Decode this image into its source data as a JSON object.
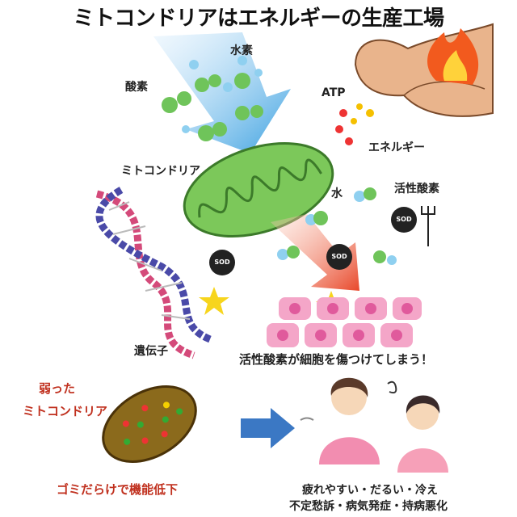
{
  "title": "ミトコンドリアはエネルギーの生産工場",
  "labels": {
    "hydrogen": "水素",
    "oxygen": "酸素",
    "atp": "ATP",
    "energy": "エネルギー",
    "mitochondria": "ミトコンドリア",
    "water": "水",
    "active_oxygen": "活性酸素",
    "sod": "SOD",
    "gene": "遺伝子",
    "cell_damage": "活性酸素が細胞を傷つけてしまう！"
  },
  "weak": {
    "line1": "弱った",
    "line2": "ミトコンドリア",
    "caption": "ゴミだらけで機能低下"
  },
  "symptoms": {
    "line1": "疲れやすい・だるい・冷え",
    "line2": "不定愁訴・病気発症・持病悪化"
  },
  "colors": {
    "mito_green": "#7cc85a",
    "arrow_blue": "#3b78c4",
    "arrow_red": "#e8472a",
    "cell_pink": "#f4a6c8",
    "label_red": "#c0301e"
  }
}
